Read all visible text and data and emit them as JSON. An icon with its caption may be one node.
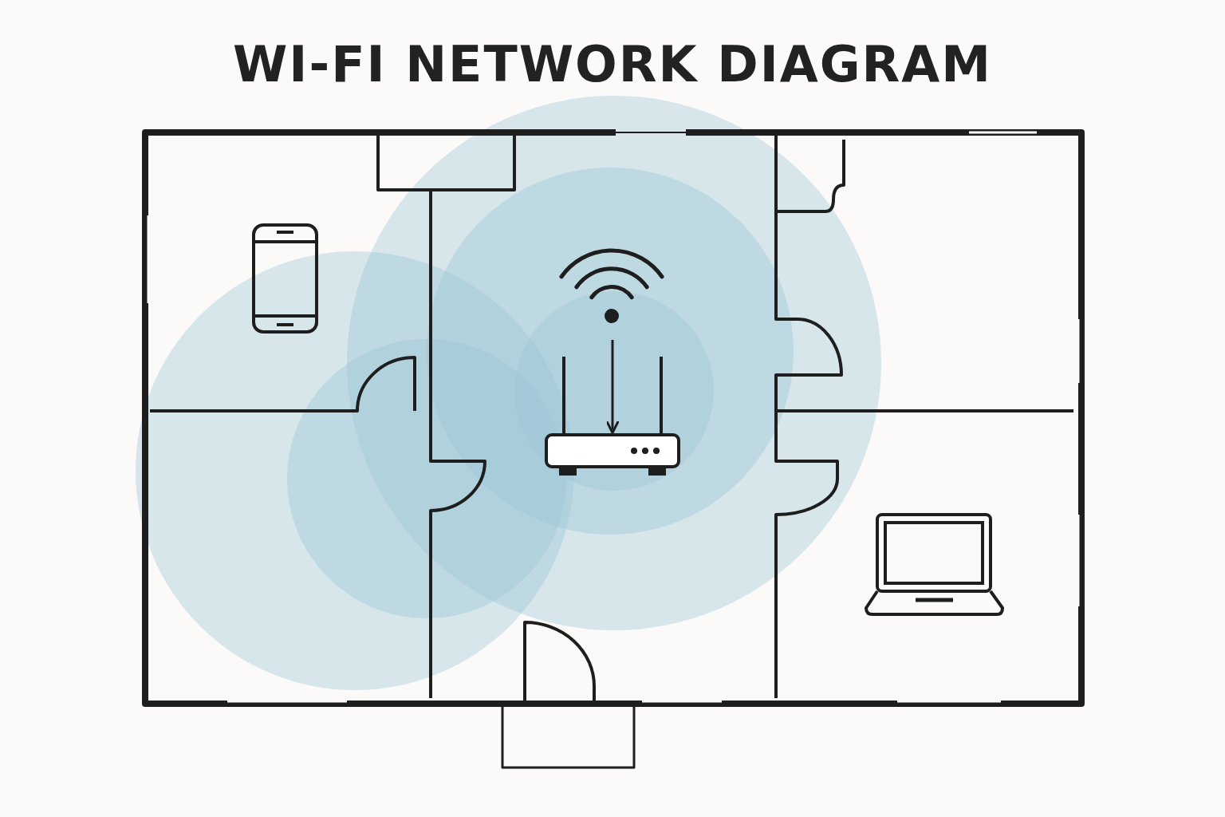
{
  "diagram": {
    "title": "WI-FI NETWORK DIAGRAM",
    "nodes": [
      {
        "text": [],
        "shape": "picture"
      },
      {
        "text": [],
        "shape": "picture"
      }
    ],
    "edges": [
      {
        "from": 0,
        "to": 1,
        "arrow": "to"
      }
    ]
  }
}
